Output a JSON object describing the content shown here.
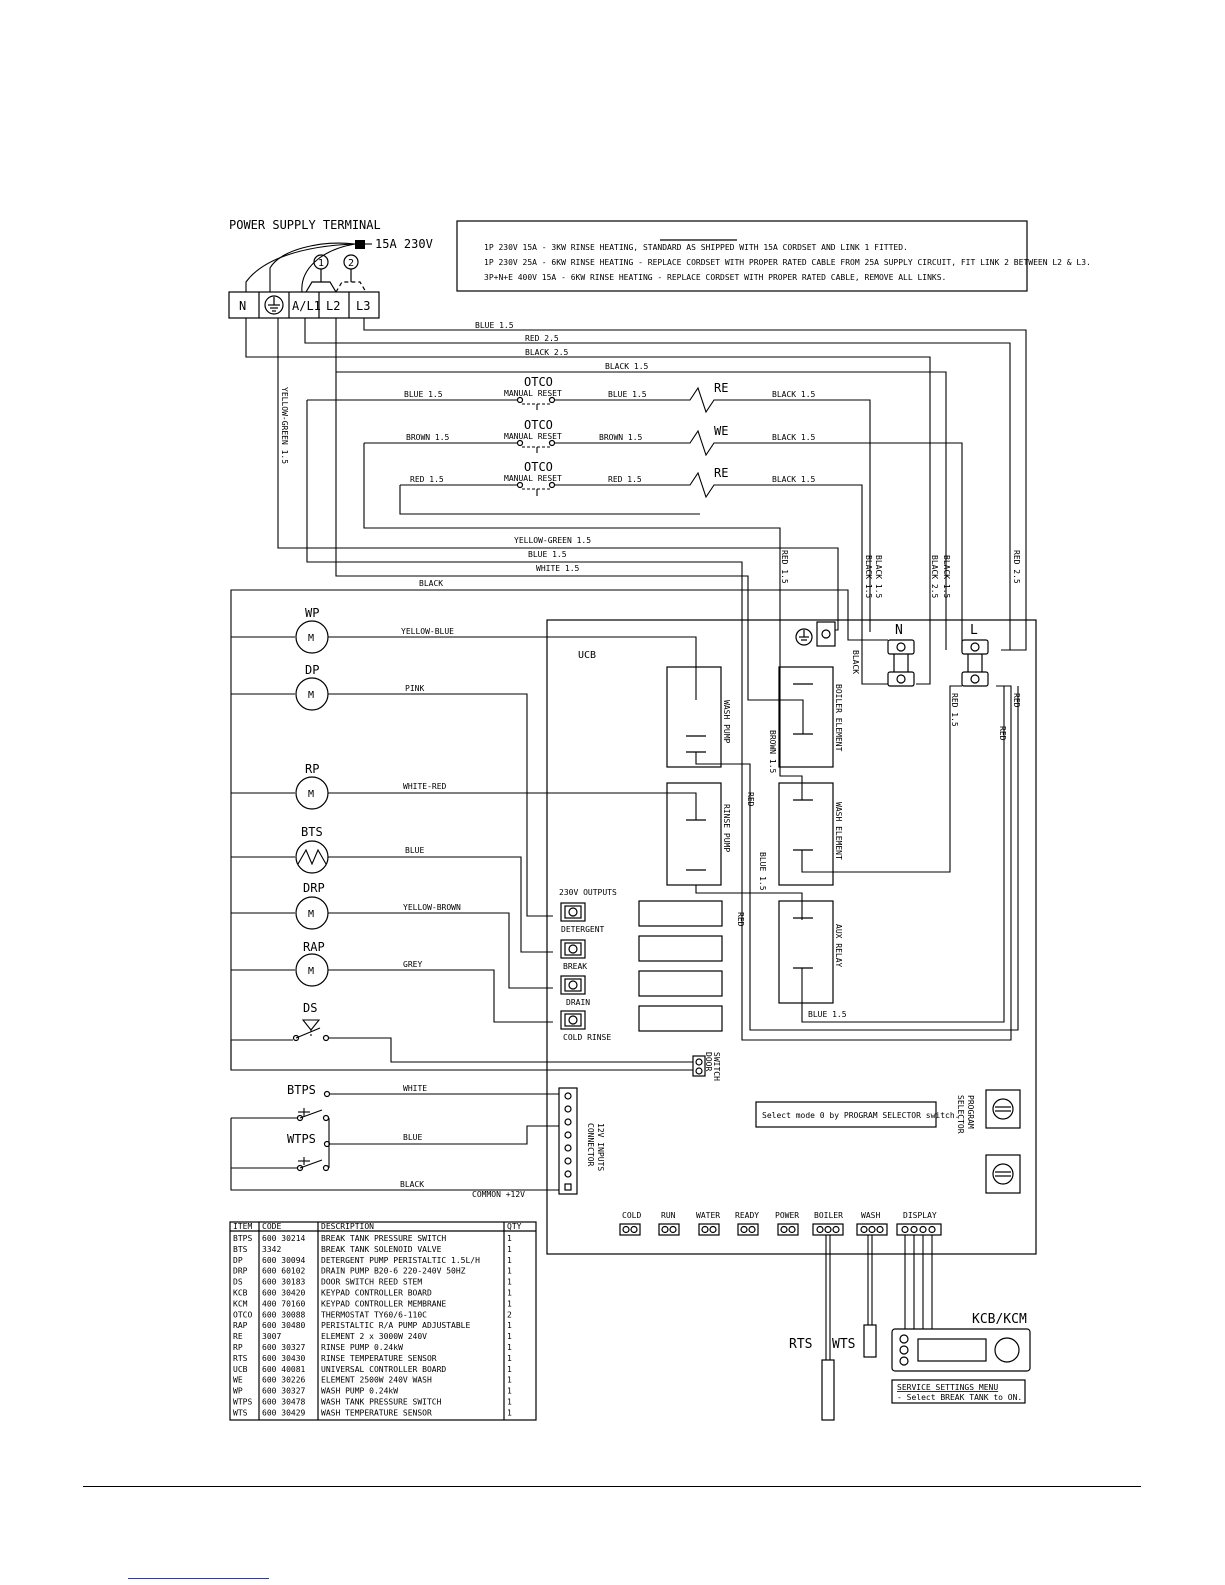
{
  "title": "POWER SUPPLY TERMINAL",
  "supply": "15A 230V",
  "terminals": [
    "N",
    "",
    "A/L1",
    "L2",
    "L3"
  ],
  "links": [
    "1",
    "2"
  ],
  "notes": [
    "1P 230V 15A - 3KW RINSE HEATING, STANDARD AS SHIPPED WITH 15A CORDSET AND LINK 1 FITTED.",
    "1P 230V 25A - 6KW RINSE HEATING - REPLACE CORDSET WITH PROPER RATED CABLE FROM 25A SUPPLY CIRCUIT, FIT LINK 2 BETWEEN L2 & L3.",
    "3P+N+E 400V 15A - 6KW RINSE HEATING - REPLACE CORDSET WITH PROPER RATED CABLE, REMOVE ALL LINKS."
  ],
  "wire_labels": {
    "blue15": "BLUE 1.5",
    "red25": "RED 2.5",
    "black25": "BLACK 2.5",
    "black15": "BLACK 1.5",
    "brown15": "BROWN 1.5",
    "red15": "RED 1.5",
    "yg15": "YELLOW-GREEN 1.5",
    "white15": "WHITE 1.5",
    "black": "BLACK",
    "yellow_blue": "YELLOW-BLUE",
    "pink": "PINK",
    "white_red": "WHITE-RED",
    "blue": "BLUE",
    "yellow_brown": "YELLOW-BROWN",
    "grey": "GREY",
    "white": "WHITE",
    "red": "RED",
    "common": "COMMON +12V"
  },
  "otco": {
    "name": "OTCO",
    "sub": "MANUAL RESET"
  },
  "elements": [
    "RE",
    "WE",
    "RE"
  ],
  "motors": [
    "WP",
    "DP",
    "RP",
    "BTS",
    "DRP",
    "RAP"
  ],
  "motor_letter": "M",
  "ds": "DS",
  "pressure_switches": [
    "BTPS",
    "WTPS"
  ],
  "board": {
    "name": "UCB",
    "relays": [
      "WASH PUMP",
      "RINSE PUMP",
      "BOILER ELEMENT",
      "WASH ELEMENT",
      "AUX RELAY"
    ],
    "outputs_title": "230V OUTPUTS",
    "outputs": [
      "DETERGENT",
      "BREAK",
      "DRAIN",
      "COLD RINSE"
    ],
    "door_switch": [
      "SWITCH",
      "DOOR"
    ],
    "inputs": [
      "12V INPUTS",
      "CONNECTOR"
    ],
    "mode_note": "Select mode 0 by PROGRAM SELECTOR switch.",
    "selector": [
      "PROGRAM",
      "SELECTOR"
    ],
    "n_label": "N",
    "l_label": "L",
    "leds": [
      "COLD",
      "RUN",
      "WATER",
      "READY",
      "POWER",
      "BOILER",
      "WASH",
      "DISPLAY"
    ]
  },
  "sensors": [
    "RTS",
    "WTS"
  ],
  "keypad": {
    "name": "KCB/KCM",
    "menu_title": "SERVICE SETTINGS MENU",
    "menu_text": "- Select BREAK TANK to ON."
  },
  "parts_table": {
    "headers": [
      "ITEM",
      "CODE",
      "DESCRIPTION",
      "QTY"
    ],
    "rows": [
      [
        "BTPS",
        "600 30214",
        "BREAK TANK PRESSURE SWITCH",
        "1"
      ],
      [
        "BTS",
        "3342",
        "BREAK TANK SOLENOID VALVE",
        "1"
      ],
      [
        "DP",
        "600 30094",
        "DETERGENT PUMP PERISTALTIC 1.5L/H",
        "1"
      ],
      [
        "DRP",
        "600 60102",
        "DRAIN PUMP B20-6 220-240V 50HZ",
        "1"
      ],
      [
        "DS",
        "600 30183",
        "DOOR SWITCH REED STEM",
        "1"
      ],
      [
        "KCB",
        "600 30420",
        "KEYPAD CONTROLLER BOARD",
        "1"
      ],
      [
        "KCM",
        "400 70160",
        "KEYPAD CONTROLLER MEMBRANE",
        "1"
      ],
      [
        "OTCO",
        "600 30088",
        "THERMOSTAT TY60/6-110C",
        "2"
      ],
      [
        "RAP",
        "600 30480",
        "PERISTALTIC R/A PUMP ADJUSTABLE",
        "1"
      ],
      [
        "RE",
        "3007",
        "ELEMENT 2 x 3000W 240V",
        "1"
      ],
      [
        "RP",
        "600 30327",
        "RINSE PUMP 0.24kW",
        "1"
      ],
      [
        "RTS",
        "600 30430",
        "RINSE TEMPERATURE SENSOR",
        "1"
      ],
      [
        "UCB",
        "600 40081",
        "UNIVERSAL CONTROLLER BOARD",
        "1"
      ],
      [
        "WE",
        "600 30226",
        "ELEMENT 2500W 240V WASH",
        "1"
      ],
      [
        "WP",
        "600 30327",
        "WASH PUMP 0.24kW",
        "1"
      ],
      [
        "WTPS",
        "600 30478",
        "WASH TANK PRESSURE SWITCH",
        "1"
      ],
      [
        "WTS",
        "600 30429",
        "WASH TEMPERATURE SENSOR",
        "1"
      ]
    ]
  }
}
